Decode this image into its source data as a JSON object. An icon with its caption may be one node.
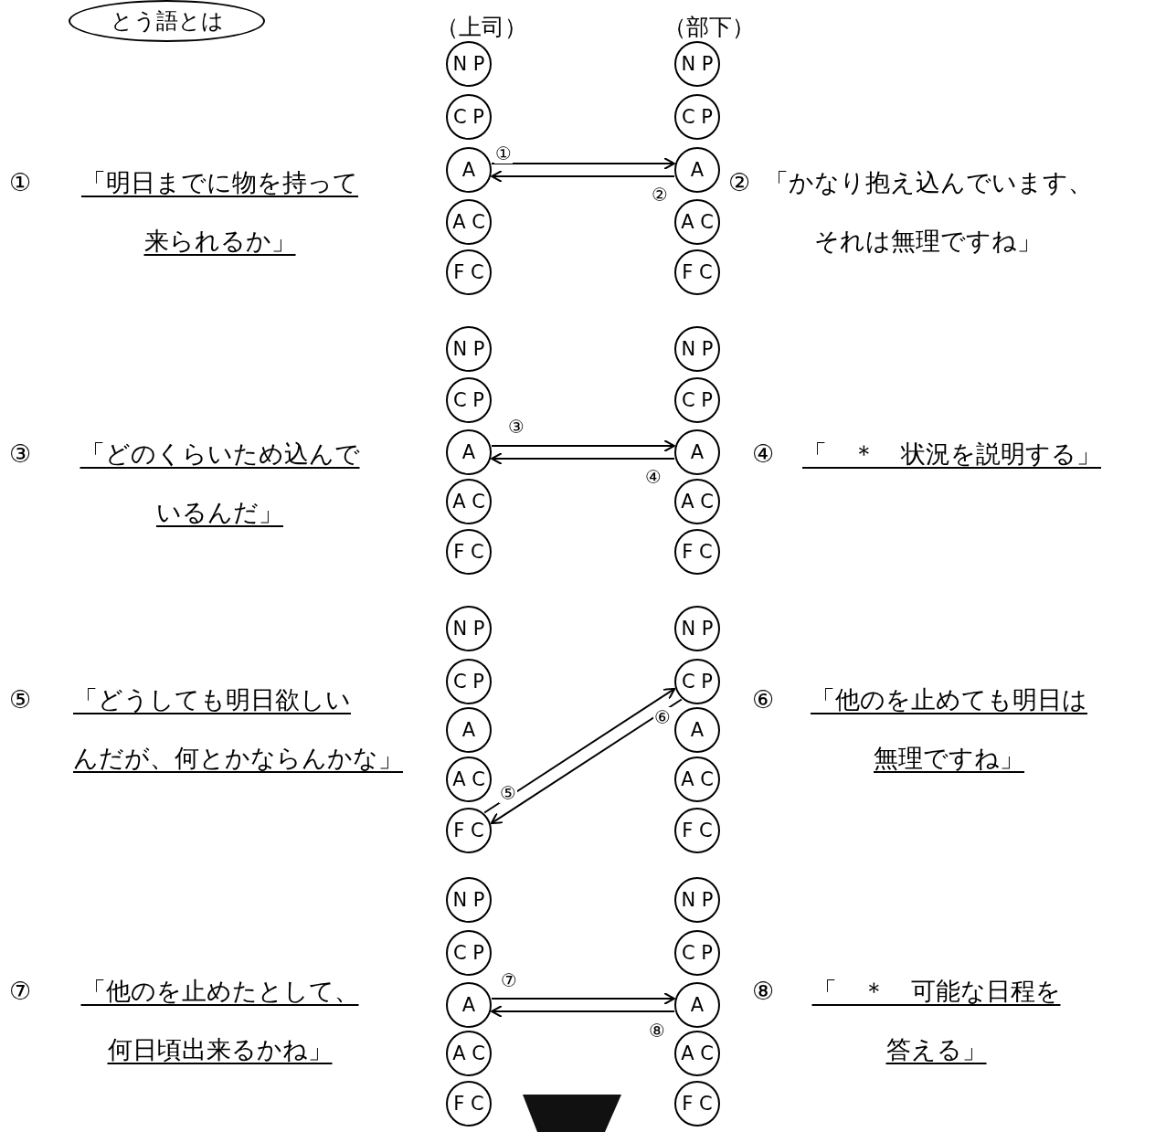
{
  "diagram": {
    "nodes": [
      {
        "text": [
          "とう語とは"
        ]
      },
      {
        "text": [
          "N P"
        ]
      },
      {
        "text": [
          "C P"
        ]
      },
      {
        "text": [
          "A"
        ]
      },
      {
        "text": [
          "A C"
        ]
      },
      {
        "text": [
          "F C"
        ]
      },
      {
        "text": [
          "N P"
        ]
      },
      {
        "text": [
          "C P"
        ]
      },
      {
        "text": [
          "A"
        ]
      },
      {
        "text": [
          "A C"
        ]
      },
      {
        "text": [
          "F C"
        ]
      },
      {
        "text": [
          "N P"
        ]
      },
      {
        "text": [
          "C P"
        ]
      },
      {
        "text": [
          "A"
        ]
      },
      {
        "text": [
          "A C"
        ]
      },
      {
        "text": [
          "F C"
        ]
      },
      {
        "text": [
          "N P"
        ]
      },
      {
        "text": [
          "C P"
        ]
      },
      {
        "text": [
          "A"
        ]
      },
      {
        "text": [
          "A C"
        ]
      },
      {
        "text": [
          "F C"
        ]
      },
      {
        "text": [
          "N P"
        ]
      },
      {
        "text": [
          "C P"
        ]
      },
      {
        "text": [
          "A"
        ]
      },
      {
        "text": [
          "A C"
        ]
      },
      {
        "text": [
          "F C"
        ]
      },
      {
        "text": [
          "N P"
        ]
      },
      {
        "text": [
          "C P"
        ]
      },
      {
        "text": [
          "A"
        ]
      },
      {
        "text": [
          "A C"
        ]
      },
      {
        "text": [
          "F C"
        ]
      },
      {
        "text": [
          "N P"
        ]
      },
      {
        "text": [
          "C P"
        ]
      },
      {
        "text": [
          "A"
        ]
      },
      {
        "text": [
          "A C"
        ]
      },
      {
        "text": [
          "F C"
        ]
      },
      {
        "text": [
          "N P"
        ]
      },
      {
        "text": [
          "C P"
        ]
      },
      {
        "text": [
          "A"
        ]
      },
      {
        "text": [
          "A C"
        ]
      },
      {
        "text": [
          "F C"
        ]
      },
      {
        "text": [],
        "shape": "trapezoid"
      }
    ],
    "edges": [
      {
        "from": 3,
        "to": 8,
        "arrow": "to",
        "label": "①"
      },
      {
        "from": 8,
        "to": 3,
        "arrow": "to",
        "label": "②"
      },
      {
        "from": 13,
        "to": 18,
        "arrow": "to",
        "label": "③"
      },
      {
        "from": 18,
        "to": 13,
        "arrow": "to",
        "label": "④"
      },
      {
        "from": 25,
        "to": 27,
        "arrow": "to",
        "label": "⑤"
      },
      {
        "from": 27,
        "to": 25,
        "arrow": "to",
        "label": "⑥"
      },
      {
        "from": 33,
        "to": 38,
        "arrow": "to",
        "label": "⑦"
      },
      {
        "from": 38,
        "to": 33,
        "arrow": "to",
        "label": "⑧"
      }
    ],
    "labels": [
      "（上司）",
      "（部下）",
      "①",
      "「明日までに物を持って来られるか」",
      "②",
      "「かなり抱え込んでいます、それは無理ですね」",
      "③",
      "「どのくらいため込んでいるんだ」",
      "④",
      "「　＊　状況を説明する」",
      "⑤",
      "「どうしても明日欲しいんだが、何とかならんかな」",
      "⑥",
      "「他のを止めても明日は無理ですね」",
      "⑦",
      "「他のを止めたとして、何日頃出来るかね」",
      "⑧",
      "「　＊　可能な日程を答える」"
    ]
  }
}
